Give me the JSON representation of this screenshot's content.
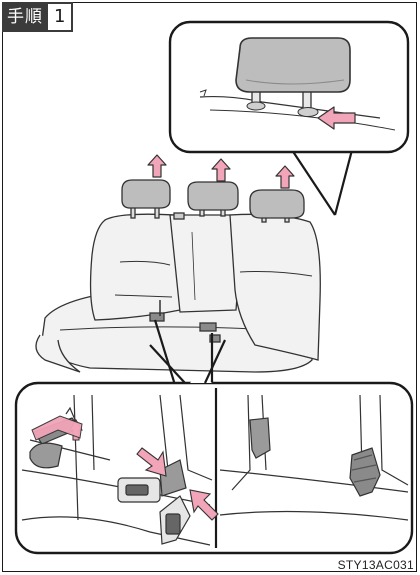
{
  "step": {
    "label": "手順",
    "number": "1"
  },
  "reference_code": "STY13AC031",
  "colors": {
    "line": "#1a1a1a",
    "seat_fill": "#f2f2f2",
    "headrest_fill": "#bdbdbd",
    "arrow": "#f2a4b8",
    "arrow_stroke": "#333333"
  }
}
